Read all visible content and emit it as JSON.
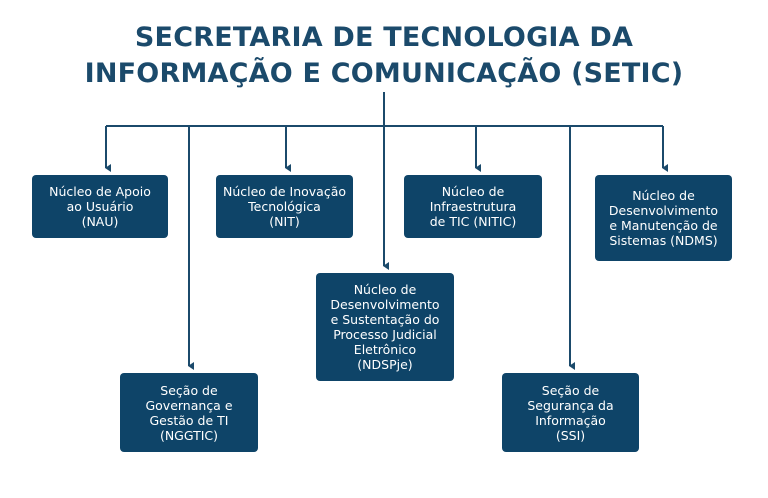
{
  "title": {
    "line1": "SECRETARIA DE TECNOLOGIA DA",
    "line2": "INFORMAÇÃO E COMUNICAÇÃO (SETIC)"
  },
  "units": {
    "nau": "Núcleo de Apoio\nao Usuário\n(NAU)",
    "nit": "Núcleo de Inovação\nTecnológica\n(NIT)",
    "nitic": "Núcleo de\nInfraestrutura\nde TIC (NITIC)",
    "ndms": "Núcleo de\nDesenvolvimento\ne Manutenção de\nSistemas (NDMS)",
    "ndspje": "Núcleo de\nDesenvolvimento\ne Sustentação do\nProcesso Judicial\nEletrônico\n(NDSPje)",
    "ngtic": "Seção de\nGovernança e\nGestão de TI\n(NGGTIC)",
    "ssi": "Seção de\nSegurança da\nInformação\n(SSI)"
  },
  "colors": {
    "box": "#0e4468",
    "line": "#1b4a6b",
    "title": "#1b4a6b"
  }
}
